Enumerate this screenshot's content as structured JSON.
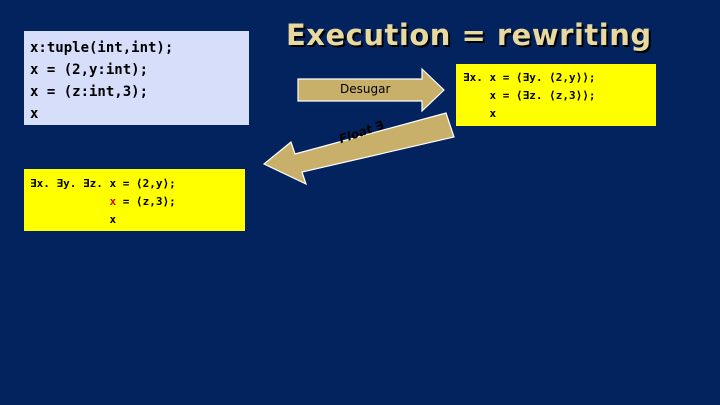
{
  "slide": {
    "title": "Execution = rewriting"
  },
  "source_box": {
    "lines": [
      "x:tuple(int,int);",
      "x = (2,y:int);",
      "x = (z:int,3);",
      "x"
    ]
  },
  "desugared_box": {
    "lines": [
      "∃x. x = ⟨∃y. ⟨2,y⟩⟩;",
      "    x = ⟨∃z. ⟨z,3⟩⟩;",
      "    x"
    ]
  },
  "floated_box": {
    "line1": "∃x. ∃y. ∃z. x = ⟨2,y⟩;",
    "line2_indent": "            ",
    "line2_var": "x",
    "line2_rest": " = ⟨z,3⟩;",
    "line3": "            x"
  },
  "arrows": {
    "desugar_label": "Desugar",
    "float_label": "Float ∃",
    "fill_color": "#c9b06a",
    "stroke_color": "#ffffff"
  },
  "colors": {
    "background": "#03235f",
    "title": "#e8d9a0",
    "source_box": "#d6defa",
    "yellow_box": "#ffff00",
    "highlight": "#e00000"
  }
}
